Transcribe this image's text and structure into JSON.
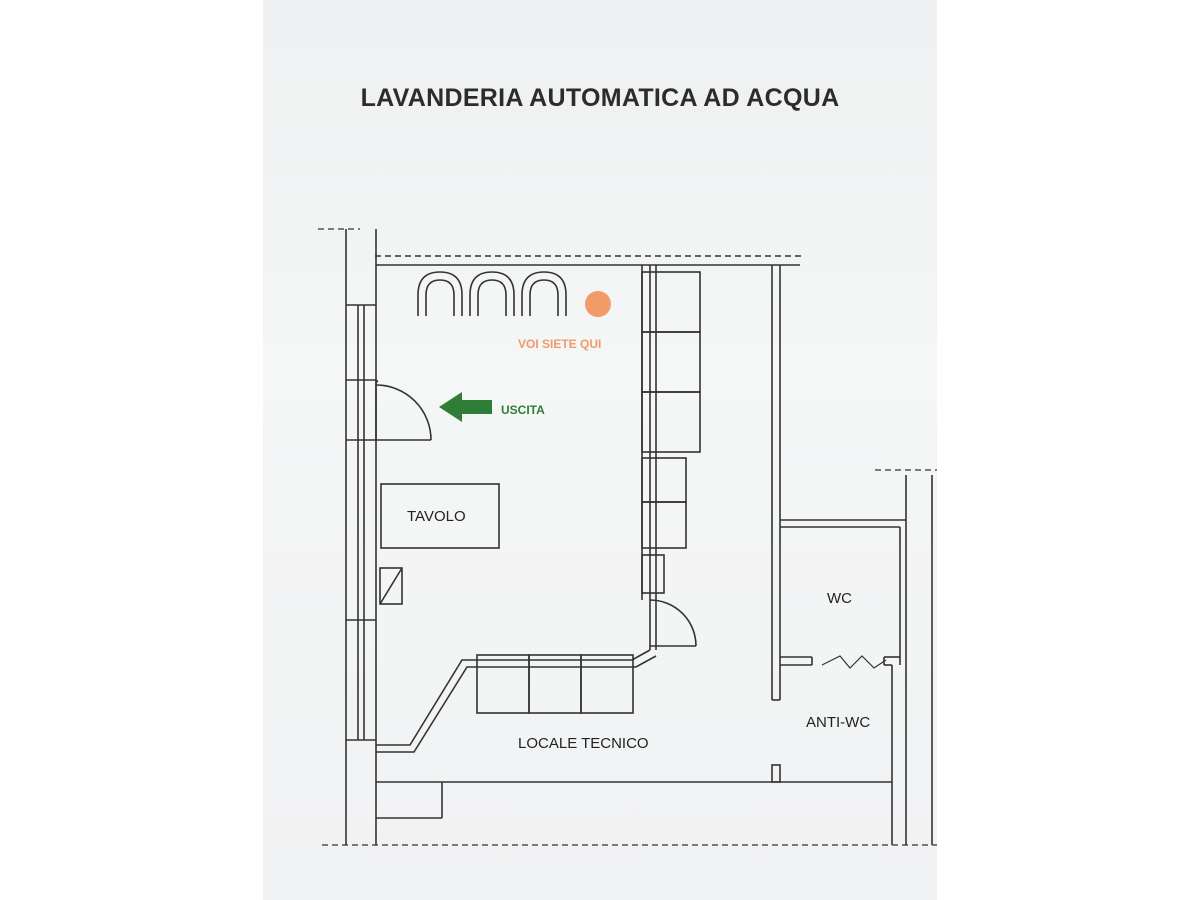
{
  "plan": {
    "title": "LAVANDERIA AUTOMATICA AD ACQUA",
    "labels": {
      "you_are_here": "VOI SIETE QUI",
      "exit": "USCITA",
      "table": "TAVOLO",
      "wc": "WC",
      "anti_wc": "ANTI-WC",
      "technical_room": "LOCALE TECNICO"
    }
  },
  "colors": {
    "you_are_here": "#f29a6a",
    "exit_arrow": "#2f7d36",
    "lines": "#333333"
  }
}
